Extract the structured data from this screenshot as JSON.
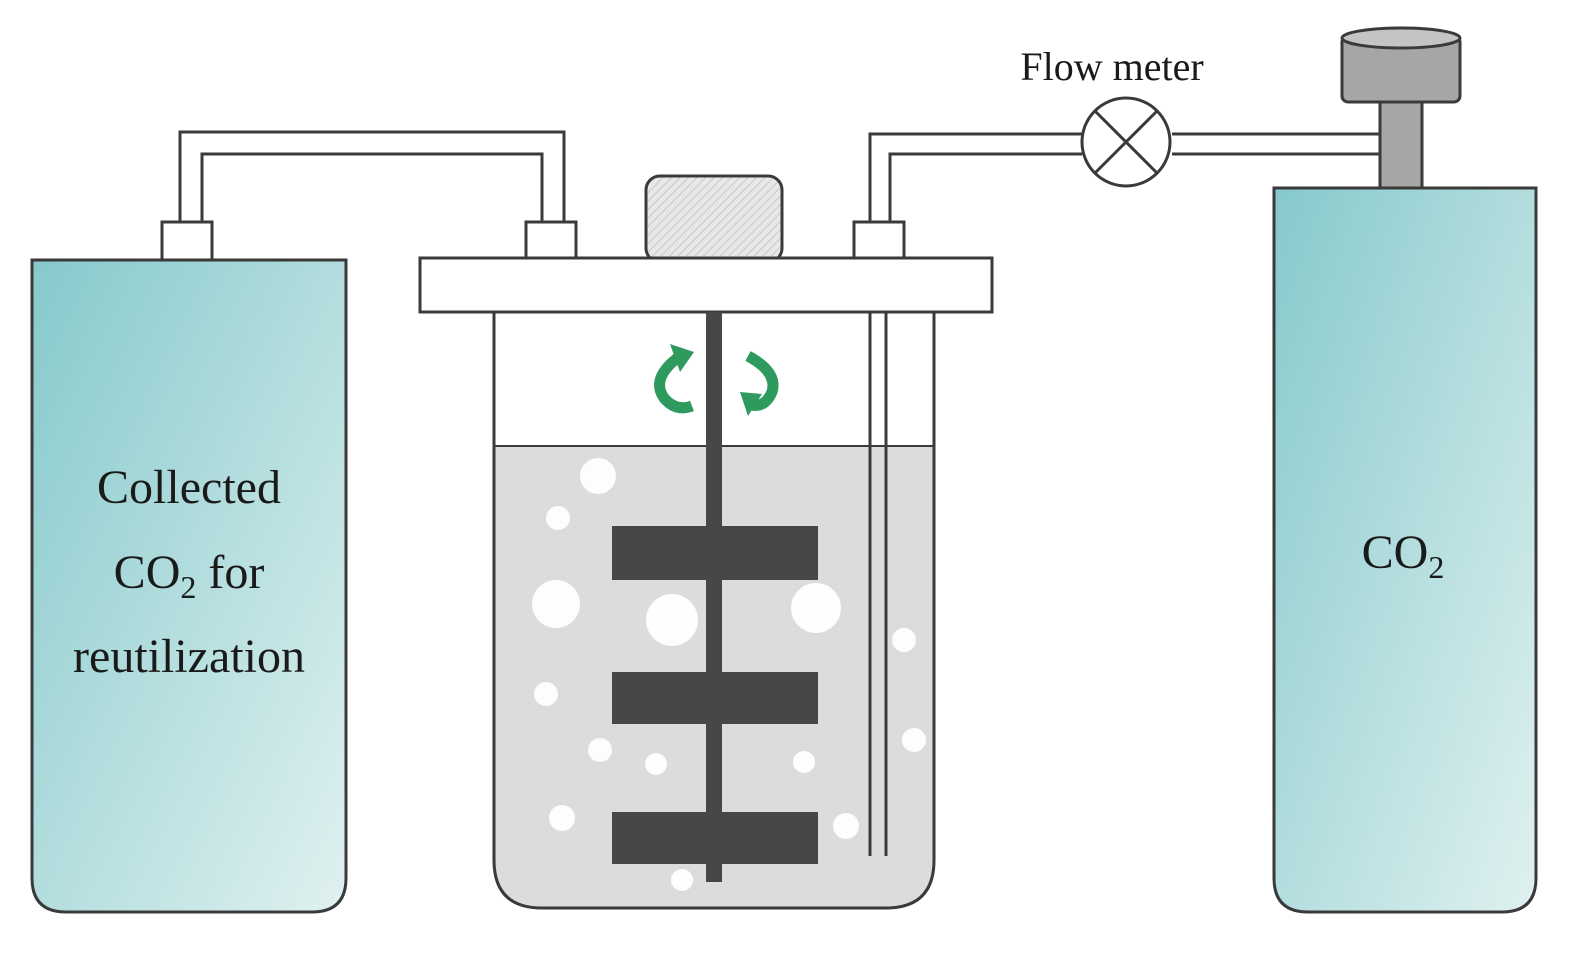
{
  "labels": {
    "flow_meter": "Flow meter",
    "left_cylinder_line1": "Collected",
    "left_cylinder_co": "CO",
    "left_cylinder_sub": "2",
    "left_cylinder_for": " for",
    "left_cylinder_line3": "reutilization",
    "right_cylinder_co": "CO",
    "right_cylinder_sub": "2"
  },
  "colors": {
    "cylinder_dark": "#86c9cc",
    "cylinder_light": "#dcefee",
    "outline": "#3a3a3a",
    "liquid": "#dcdcdc",
    "stirrer": "#474747",
    "arrow_green": "#2e9a5e",
    "regulator": "#a6a6a6"
  },
  "icons": {
    "flow_meter": "circle-x-valve-icon",
    "rotation": "curved-arrows-rotation-icon"
  }
}
